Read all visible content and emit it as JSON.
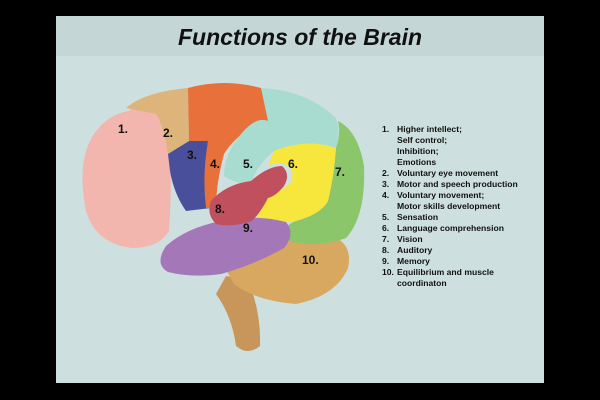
{
  "title": "Functions of the Brain",
  "region_labels": [
    "1.",
    "2.",
    "3.",
    "4.",
    "5.",
    "6.",
    "7.",
    "8.",
    "9.",
    "10."
  ],
  "legend": [
    {
      "num": "1.",
      "lines": [
        "Higher intellect;",
        "Self control;",
        "Inhibition;",
        "Emotions"
      ]
    },
    {
      "num": "2.",
      "lines": [
        "Voluntary eye movement"
      ]
    },
    {
      "num": "3.",
      "lines": [
        "Motor and speech production"
      ]
    },
    {
      "num": "4.",
      "lines": [
        "Voluntary movement;",
        "Motor skills development"
      ]
    },
    {
      "num": "5.",
      "lines": [
        "Sensation"
      ]
    },
    {
      "num": "6.",
      "lines": [
        "Language comprehension"
      ]
    },
    {
      "num": "7.",
      "lines": [
        "Vision"
      ]
    },
    {
      "num": "8.",
      "lines": [
        "Auditory"
      ]
    },
    {
      "num": "9.",
      "lines": [
        "Memory"
      ]
    },
    {
      "num": "10.",
      "lines": [
        "Equilibrium and muscle",
        "coordinaton"
      ]
    }
  ],
  "colors": {
    "background": "#000000",
    "panel": "#cde0df",
    "title_band": "#c4d7d6",
    "region_1": "#f2b6ae",
    "region_2": "#ddb47a",
    "region_3": "#4a4f9c",
    "region_4": "#e8703a",
    "region_5": "#a8dcd0",
    "region_6": "#f7e63c",
    "region_7": "#8cc66a",
    "region_8": "#c0505e",
    "region_9": "#a478b8",
    "region_10": "#d9a860",
    "brainstem": "#c8955a"
  }
}
